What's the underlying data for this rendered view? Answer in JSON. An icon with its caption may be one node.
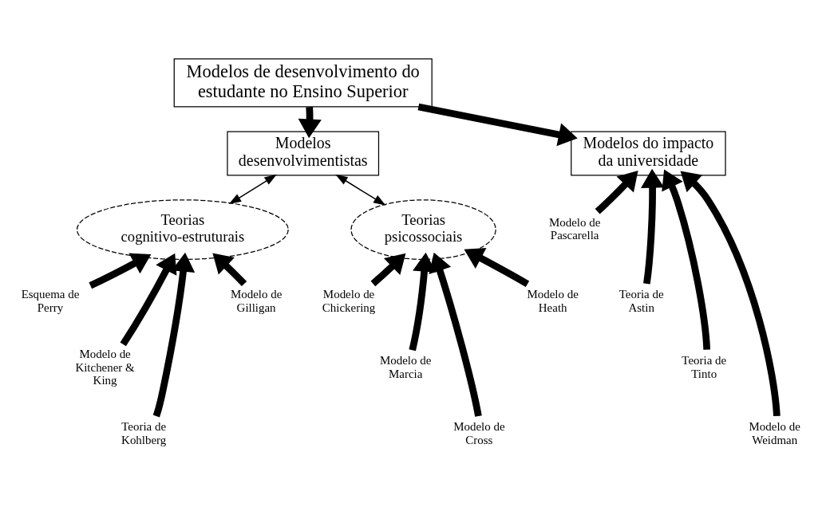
{
  "diagram": {
    "nodes": [
      {
        "text": [
          "Modelos de desenvolvimento do estudante no Ensino Superior"
        ]
      },
      {
        "text": [
          "Modelos desenvolvimentistas"
        ]
      },
      {
        "text": [
          "Modelos do impacto da universidade"
        ]
      },
      {
        "text": [
          "Teorias cognitivo-estruturais"
        ]
      },
      {
        "text": [
          "Teorias psicossociais"
        ]
      },
      {
        "text": [
          "Esquema de Perry"
        ]
      },
      {
        "text": [
          "Modelo de Kitchener & King"
        ]
      },
      {
        "text": [
          "Teoria de Kohlberg"
        ]
      },
      {
        "text": [
          "Modelo de Gilligan"
        ]
      },
      {
        "text": [
          "Modelo de Chickering"
        ]
      },
      {
        "text": [
          "Modelo de Marcia"
        ]
      },
      {
        "text": [
          "Modelo de Cross"
        ]
      },
      {
        "text": [
          "Modelo de Heath"
        ]
      },
      {
        "text": [
          "Modelo de Pascarella"
        ]
      },
      {
        "text": [
          "Teoria de Astin"
        ]
      },
      {
        "text": [
          "Teoria de Tinto"
        ]
      },
      {
        "text": [
          "Modelo de Weidman"
        ]
      }
    ],
    "edges": [
      {
        "from": 0,
        "to": 1,
        "arrow": "to"
      },
      {
        "from": 0,
        "to": 2,
        "arrow": "to"
      },
      {
        "from": 1,
        "to": 3,
        "arrow": "both"
      },
      {
        "from": 1,
        "to": 4,
        "arrow": "both"
      },
      {
        "from": 5,
        "to": 3,
        "arrow": "to"
      },
      {
        "from": 6,
        "to": 3,
        "arrow": "to"
      },
      {
        "from": 7,
        "to": 3,
        "arrow": "to"
      },
      {
        "from": 8,
        "to": 3,
        "arrow": "to"
      },
      {
        "from": 9,
        "to": 4,
        "arrow": "to"
      },
      {
        "from": 10,
        "to": 4,
        "arrow": "to"
      },
      {
        "from": 11,
        "to": 4,
        "arrow": "to"
      },
      {
        "from": 12,
        "to": 4,
        "arrow": "to"
      },
      {
        "from": 13,
        "to": 2,
        "arrow": "to"
      },
      {
        "from": 14,
        "to": 2,
        "arrow": "to"
      },
      {
        "from": 15,
        "to": 2,
        "arrow": "to"
      },
      {
        "from": 16,
        "to": 2,
        "arrow": "to"
      }
    ]
  }
}
